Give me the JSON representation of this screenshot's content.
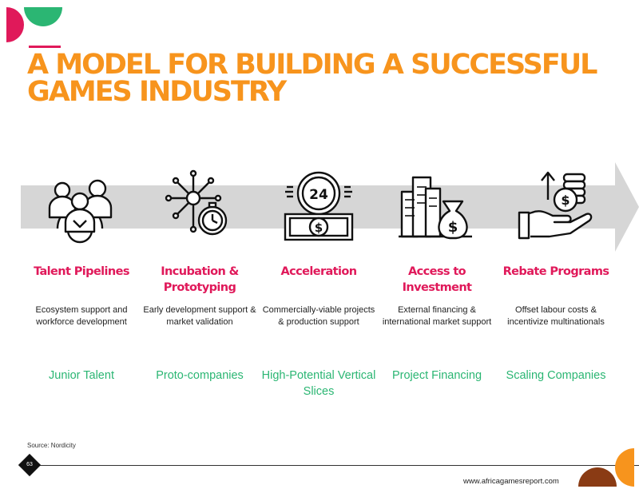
{
  "title": "A MODEL FOR BUILDING A SUCCESSFUL GAMES INDUSTRY",
  "colors": {
    "pink": "#e0195a",
    "orange": "#f7941d",
    "green": "#2bb673",
    "brown": "#8a3b14",
    "arrow": "#d6d6d6"
  },
  "columns": [
    {
      "title": "Talent Pipelines",
      "description": "Ecosystem support and workforce development",
      "outcome": "Junior Talent",
      "icon": "team-gear-icon"
    },
    {
      "title": "Incubation & Prototyping",
      "description": "Early development support & market validation",
      "outcome": "Proto-companies",
      "icon": "network-stopwatch-icon"
    },
    {
      "title": "Acceleration",
      "description": "Commercially-viable projects & production support",
      "outcome": "High-Potential Vertical Slices",
      "icon": "clock-24-money-icon"
    },
    {
      "title": "Access to Investment",
      "description": "External financing & international market support",
      "outcome": "Project Financing",
      "icon": "city-money-bag-icon"
    },
    {
      "title": "Rebate Programs",
      "description": "Offset labour costs & incentivize multinationals",
      "outcome": "Scaling Companies",
      "icon": "hand-coins-icon"
    }
  ],
  "footer": {
    "source": "Source:  Nordicity",
    "page": "63",
    "url": "www.africagamesreport.com"
  }
}
